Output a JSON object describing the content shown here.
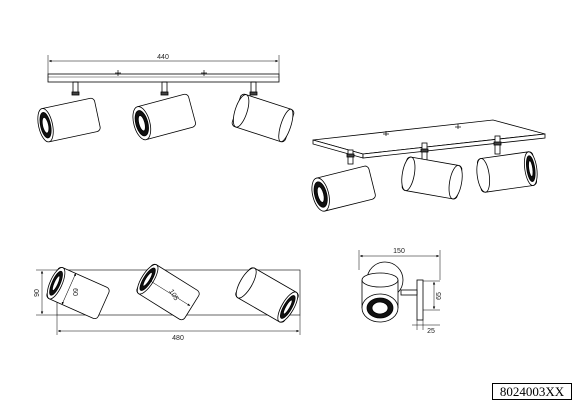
{
  "dimensions": {
    "front_width": "440",
    "bottom_length": "480",
    "bottom_height": "90",
    "bottom_spot_diameter": "60",
    "bottom_spot_length": "105",
    "side_width": "150",
    "side_height": "65",
    "side_depth": "25"
  },
  "product_code": "8024003XX"
}
